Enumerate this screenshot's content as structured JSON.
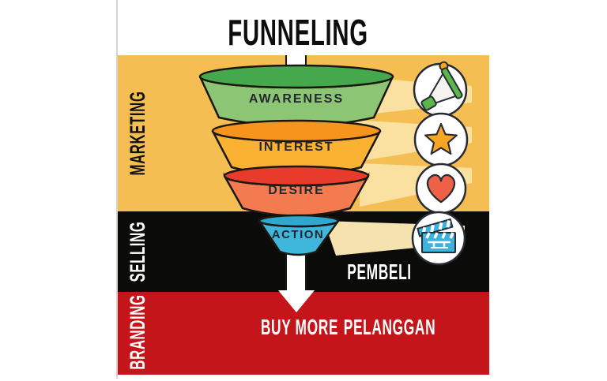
{
  "title": "FUNNELING",
  "sections": [
    {
      "label": "MARKETING",
      "bg": "#F5BE52",
      "label_color": "#121212"
    },
    {
      "label": "SELLING",
      "bg": "#0B0B09",
      "label_color": "#FFFFFF"
    },
    {
      "label": "BRANDING",
      "bg": "#C4151A",
      "label_color": "#FFFFFF"
    }
  ],
  "funnel": {
    "stages": [
      {
        "label": "AWARENESS",
        "body_color": "#8CC573",
        "rim_color": "#45A84D",
        "icon": "megaphone-icon"
      },
      {
        "label": "INTEREST",
        "body_color": "#FBB233",
        "rim_color": "#F6941E",
        "icon": "star-icon"
      },
      {
        "label": "DESIRE",
        "body_color": "#F47B50",
        "rim_color": "#E83B2B",
        "icon": "heart-icon"
      },
      {
        "label": "ACTION",
        "body_color": "#3FB6DB",
        "rim_color": "#2FA7CF",
        "icon": "clapperboard-icon"
      }
    ],
    "arrow_color": "#FFFFFF",
    "outline_color": "#1B1711",
    "beam_color_yellow_band": "#FAE0A1",
    "beam_color_black_band": "#F5E2AE"
  },
  "annotations": {
    "pembeli": "PEMBELI",
    "buy_more": "BUY MORE",
    "pelanggan": "PELANGGAN"
  }
}
